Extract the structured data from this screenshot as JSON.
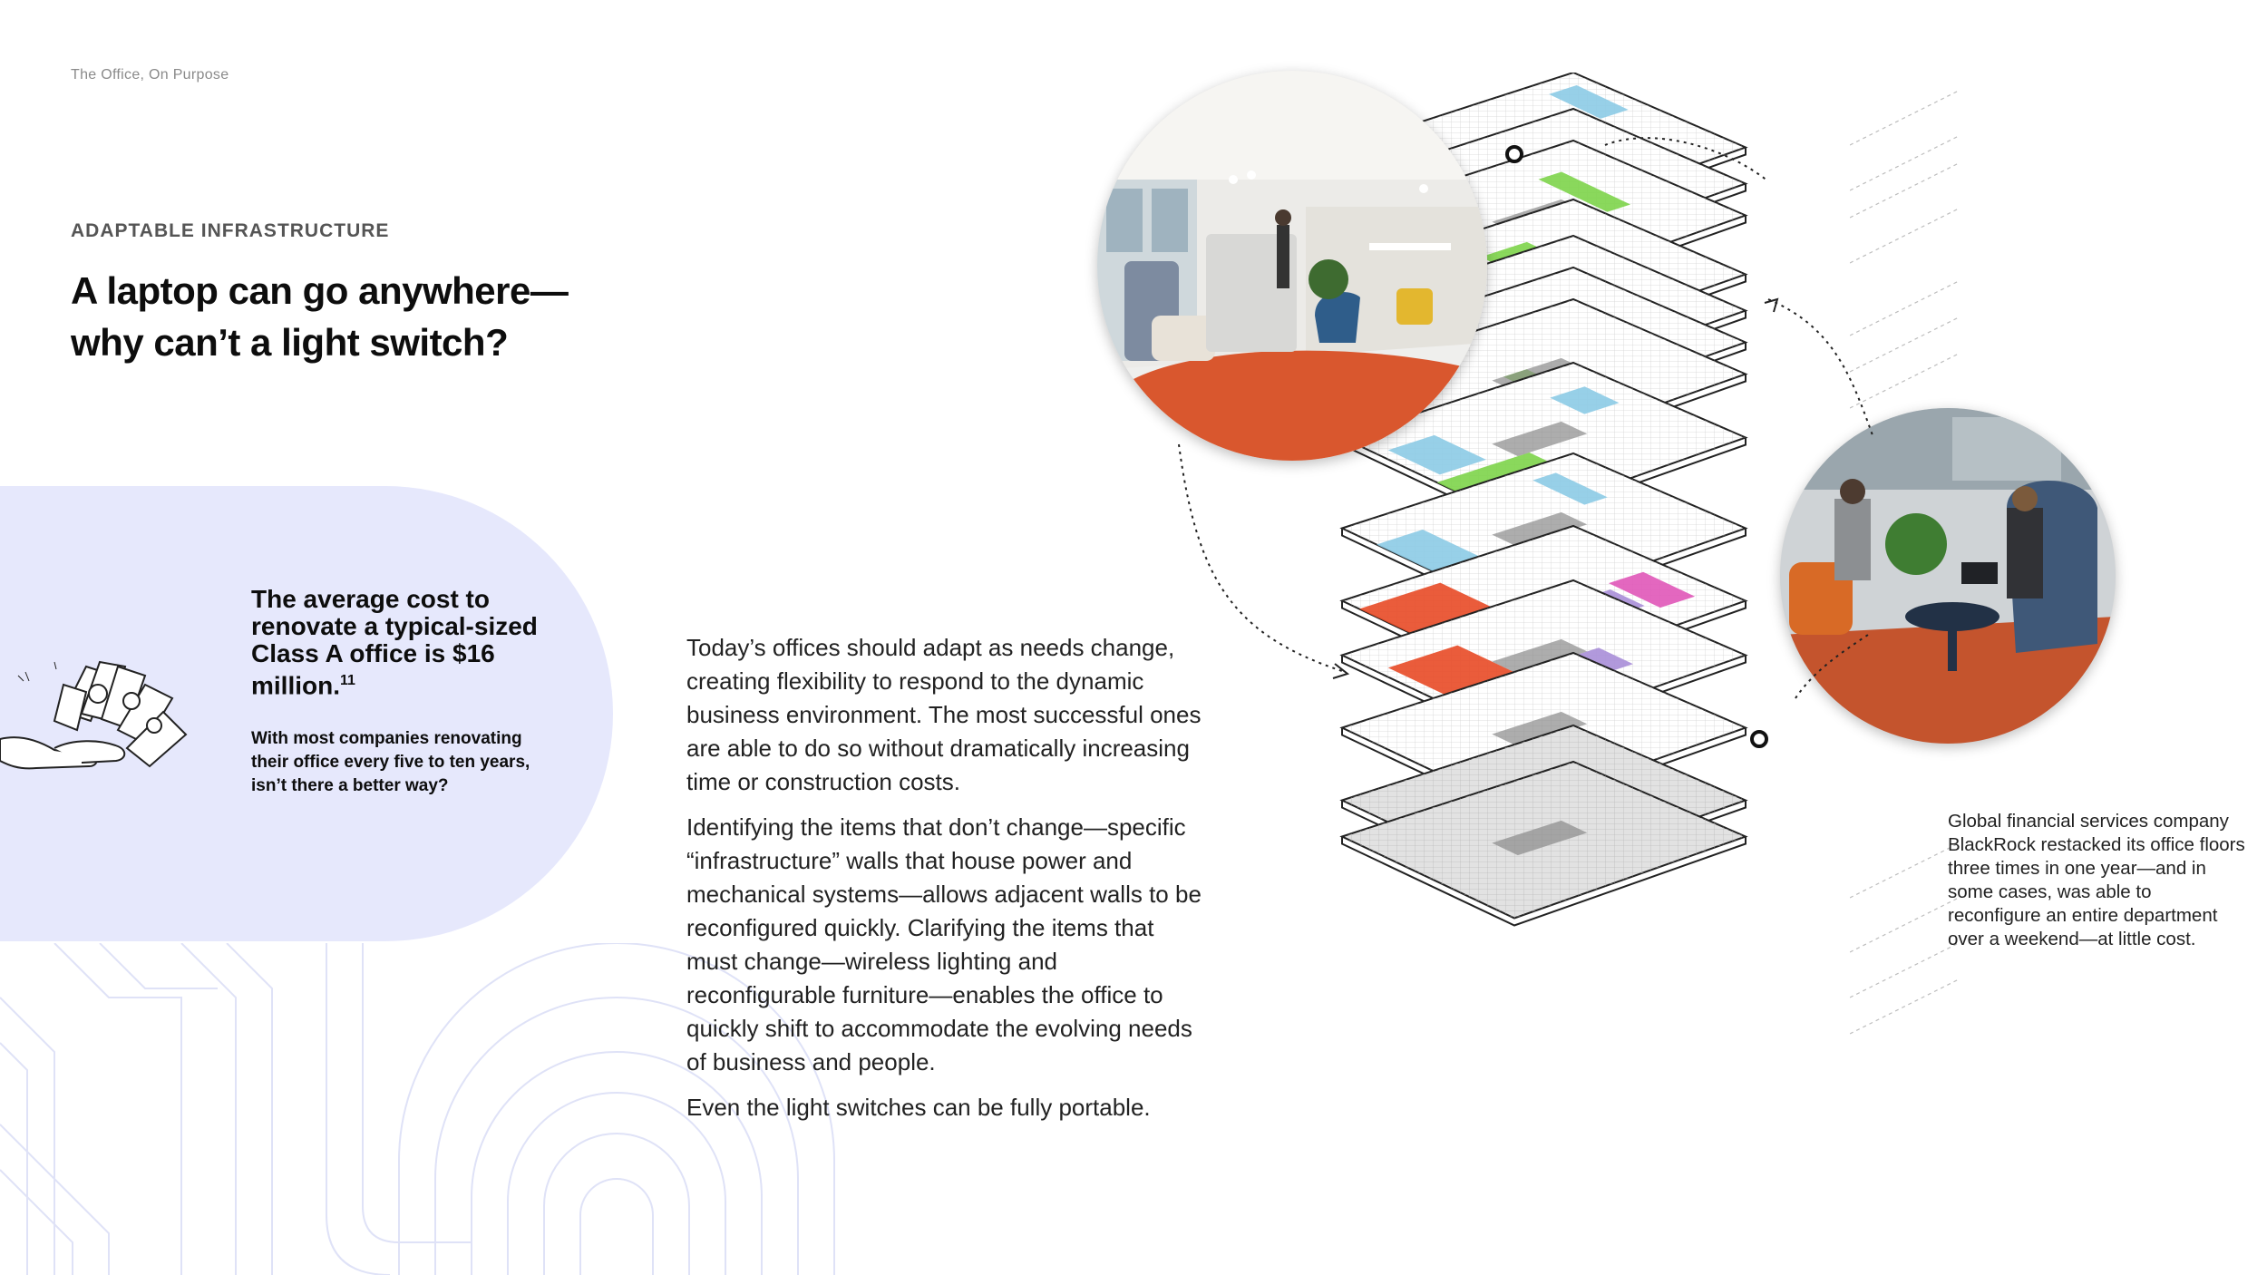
{
  "header": {
    "running_head": "The Office, On Purpose"
  },
  "section": {
    "eyebrow": "ADAPTABLE INFRASTRUCTURE",
    "headline_line1": "A laptop can go anywhere—",
    "headline_line2": "why can’t a light switch?"
  },
  "callout": {
    "stat_lead": "The average cost to renovate a typical-sized Class A office is $16 million.",
    "stat_footnote": "11",
    "stat_sub": "With most companies renovating their office every five to ten years, isn’t there a better way?",
    "icon": "money-in-hand-icon"
  },
  "body": {
    "paragraphs": [
      "Today’s offices should adapt as needs change, creating flexibility to respond to the dynamic business environment. The most successful ones are able to do so without dramatically increasing time or construction costs.",
      "Identifying the items that don’t change—specific “infrastructure” walls that house power and mechanical systems—allows adjacent walls to be reconfigured quickly. Clarifying the items that must change—wireless lighting and reconfigurable furniture—enables the office to quickly shift to accommodate the evolving needs of business and people.",
      "Even the light switches can be fully portable."
    ]
  },
  "illustration": {
    "caption": "Global financial services company BlackRock restacked its office floors three times in one year—and in some cases, was able to reconfigure an entire department over a weekend—at little cost.",
    "colors": {
      "green": "#7dd44a",
      "blue": "#8ccbe6",
      "orange": "#e84a26",
      "purple": "#a98ed8",
      "pink": "#e056b8",
      "lavender": "#e6e8fc"
    }
  }
}
